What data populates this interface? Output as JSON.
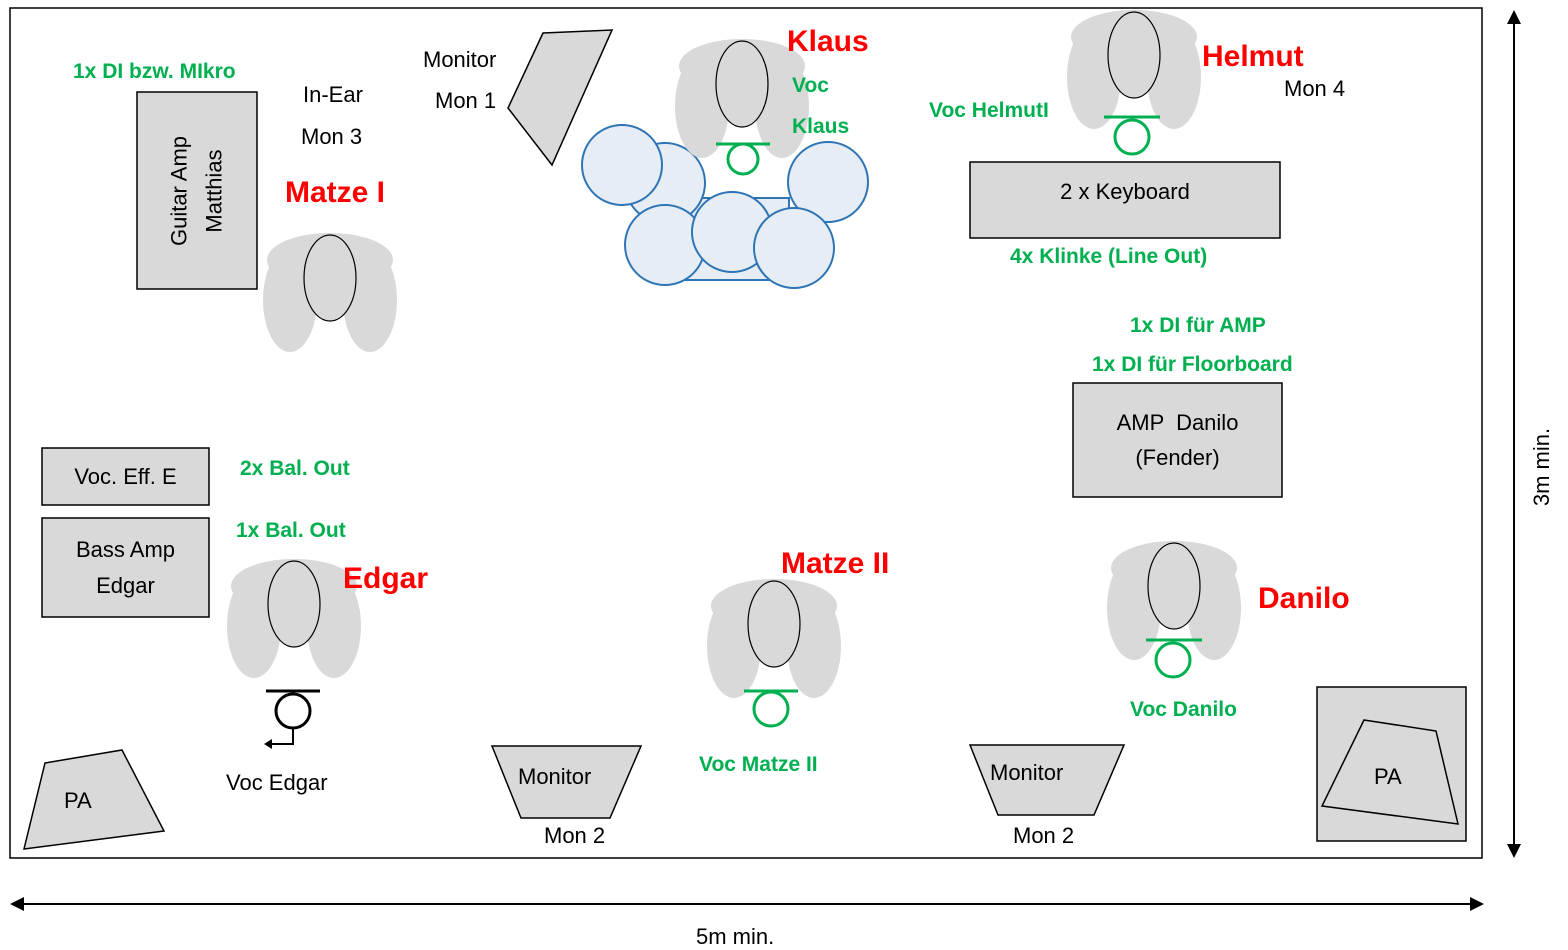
{
  "musicians": {
    "klaus": "Klaus",
    "helmut": "Helmut",
    "matze1": "Matze I",
    "edgar": "Edgar",
    "matze2": "Matze II",
    "danilo": "Danilo"
  },
  "equipment": {
    "guitar_amp": [
      "Guitar Amp",
      "Matthias"
    ],
    "keyboard": "2 x Keyboard",
    "amp_danilo": [
      "AMP  Danilo",
      "(Fender)"
    ],
    "voc_eff": "Voc. Eff. E",
    "bass_amp": [
      "Bass Amp",
      "Edgar"
    ],
    "drums_monitor": "Monitor",
    "pa": "PA",
    "floor_monitor": "Monitor"
  },
  "notes": {
    "di_mikro": "1x DI bzw.  MIkro",
    "in_ear": [
      "In-Ear",
      "Mon 3"
    ],
    "monitor_mon1": [
      "Monitor",
      "Mon 1"
    ],
    "voc_klaus": [
      "Voc",
      "Klaus"
    ],
    "voc_helmut": "Voc  HelmutI",
    "mon4": "Mon 4",
    "klinke": "4x Klinke (Line Out)",
    "di_amp": "1x DI für AMP",
    "di_floorboard": "1x DI für Floorboard",
    "bal_out_2": "2x Bal. Out",
    "bal_out_1": "1x Bal. Out",
    "voc_edgar": "Voc  Edgar",
    "voc_matze2": "Voc  Matze II",
    "voc_danilo": "Voc  Danilo",
    "mon2": "Mon 2"
  },
  "dimensions": {
    "width": "5m min.",
    "depth": "3m min."
  },
  "colors": {
    "name": "#ff0000",
    "connection": "#00b050",
    "shape_fill": "#d9d9d9",
    "person_fill": "#d9d9d9",
    "drum_stroke": "#2e75b6",
    "drum_fill": "#e7edf5"
  }
}
